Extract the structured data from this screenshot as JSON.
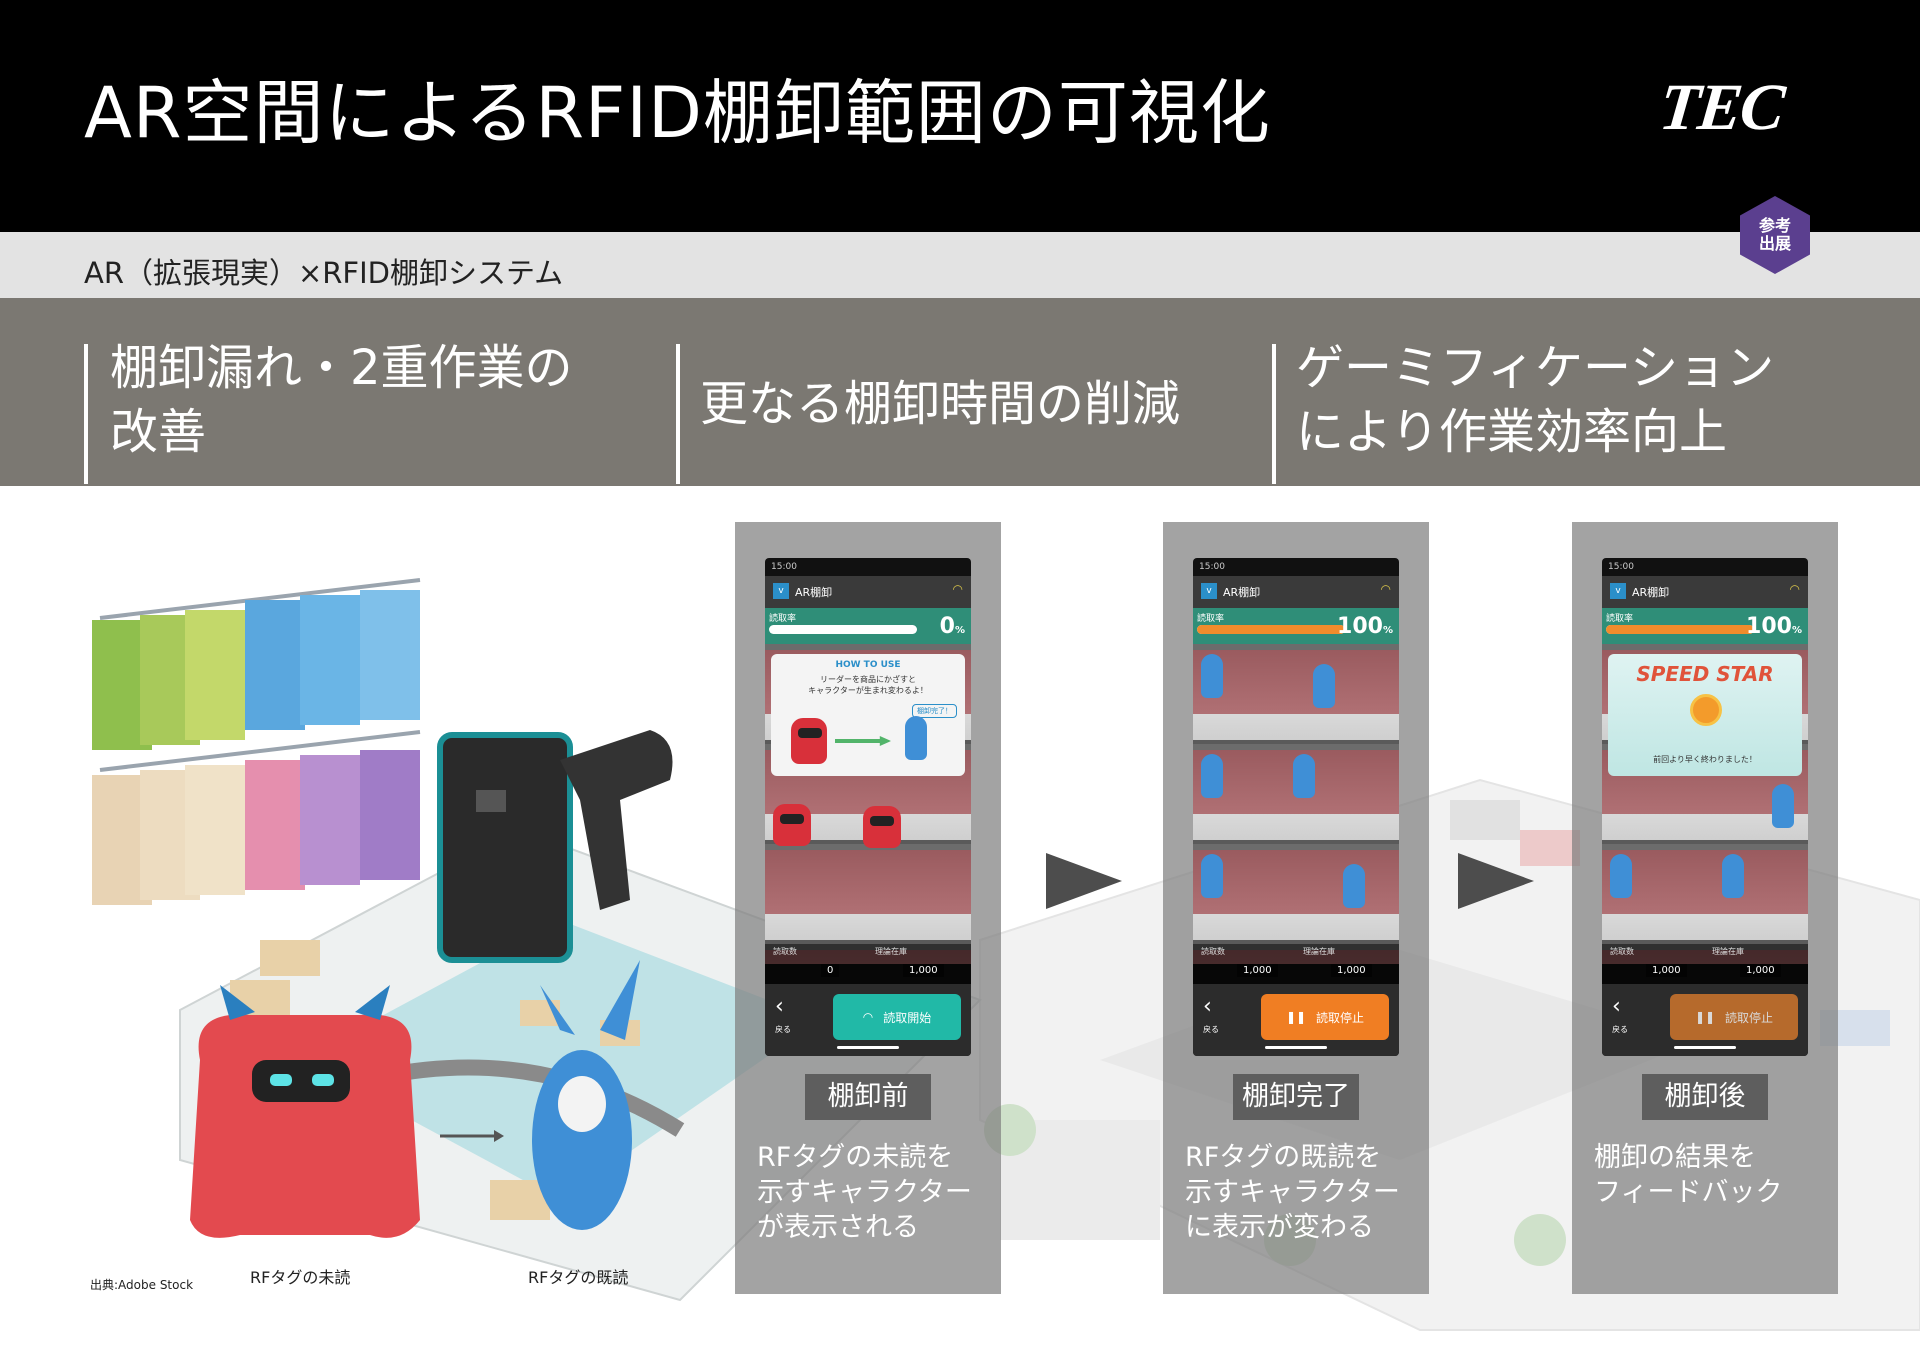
{
  "header": {
    "title": "AR空間によるRFID棚卸範囲の可視化",
    "logo": "TEC",
    "subtitle": "AR（拡張現実）×RFID棚卸システム",
    "badge_line1": "参考",
    "badge_line2": "出展"
  },
  "features": [
    {
      "line1": "棚卸漏れ・2重作業の",
      "line2": "改善"
    },
    {
      "line1": "更なる棚卸時間の削減",
      "line2": ""
    },
    {
      "line1": "ゲーミフィケーション",
      "line2": "により作業効率向上"
    }
  ],
  "illustration": {
    "caption_unread": "RFタグの未読",
    "caption_read": "RFタグの既読",
    "source": "出典:Adobe Stock"
  },
  "panels": [
    {
      "state": "棚卸前",
      "desc_line1": "RFタグの未読を",
      "desc_line2": "示すキャラクター",
      "desc_line3": "が表示される",
      "phone": {
        "time": "15:00",
        "app_title": "AR棚卸",
        "rate_label": "読取率",
        "rate": 0,
        "rate_unit": "%",
        "howto_title": "HOW TO USE",
        "howto_text1": "リーダーを商品にかざすと",
        "howto_text2": "キャラクターが生まれ変わるよ！",
        "howto_button": "棚卸完了！",
        "count_label_read": "読取数",
        "count_label_theory": "理論在庫",
        "count_read": "0",
        "count_theory": "1,000",
        "back_label": "戻る",
        "action_label": "読取開始",
        "action_icon": "wifi-icon"
      }
    },
    {
      "state": "棚卸完了",
      "desc_line1": "RFタグの既読を",
      "desc_line2": "示すキャラクター",
      "desc_line3": "に表示が変わる",
      "phone": {
        "time": "15:00",
        "app_title": "AR棚卸",
        "rate_label": "読取率",
        "rate": 100,
        "rate_unit": "%",
        "count_label_read": "読取数",
        "count_label_theory": "理論在庫",
        "count_read": "1,000",
        "count_theory": "1,000",
        "back_label": "戻る",
        "action_label": "読取停止",
        "action_icon": "pause-icon"
      }
    },
    {
      "state": "棚卸後",
      "desc_line1": "棚卸の結果を",
      "desc_line2": "フィードバック",
      "desc_line3": "",
      "phone": {
        "time": "15:00",
        "app_title": "AR棚卸",
        "rate_label": "読取率",
        "rate": 100,
        "rate_unit": "%",
        "speed_title": "SPEED STAR",
        "speed_text": "前回より早く終わりました！",
        "count_label_read": "読取数",
        "count_label_theory": "理論在庫",
        "count_read": "1,000",
        "count_theory": "1,000",
        "back_label": "戻る",
        "action_label": "読取停止",
        "action_icon": "pause-icon"
      }
    }
  ],
  "colors": {
    "accent_teal": "#21b9a7",
    "accent_orange": "#f07e23",
    "badge_purple": "#5b3f8f",
    "band_gray": "#7b7872"
  }
}
